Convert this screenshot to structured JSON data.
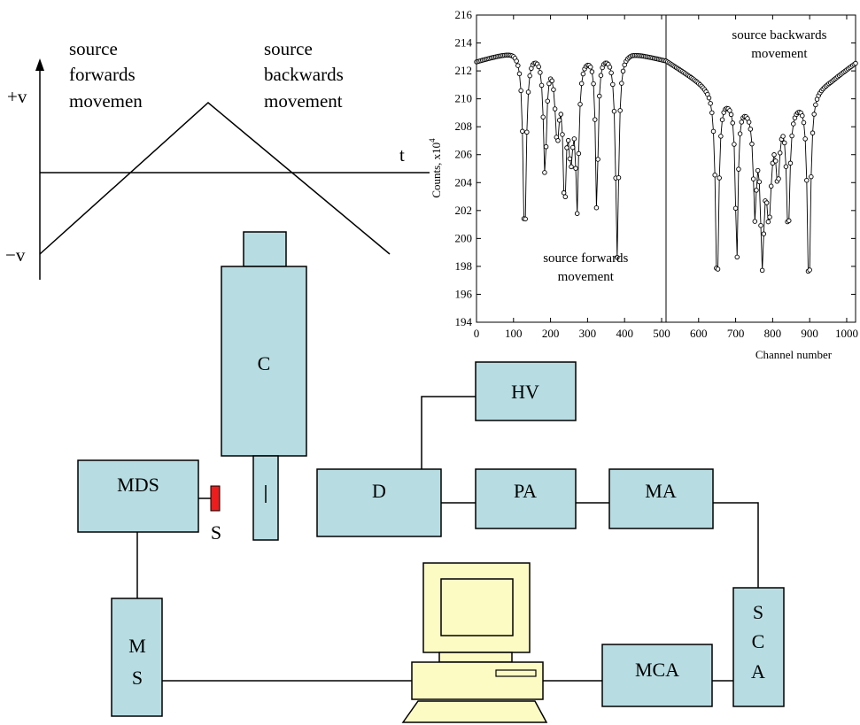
{
  "waveform": {
    "label_forward": [
      "source",
      "forwards",
      "movemen"
    ],
    "label_backward": [
      "source",
      "backwards",
      "movement"
    ],
    "plus_v": "+v",
    "minus_v": "−v",
    "t_label": "t"
  },
  "boxes": {
    "C": "C",
    "HV": "HV",
    "MDS": "MDS",
    "S": "S",
    "D": "D",
    "PA": "PA",
    "MA": "MA",
    "MS_1": "M",
    "MS_2": "S",
    "SCA_1": "S",
    "SCA_2": "C",
    "SCA_3": "A",
    "MCA": "MCA"
  },
  "colors": {
    "box_fill": "#b7dde3",
    "source_red": "#ee1c1c",
    "computer_fill": "#fdfbc4"
  },
  "chart_data": {
    "type": "scatter",
    "xlabel": "Channel number",
    "ylabel": "Counts, x10",
    "ylabel_superscript": "4",
    "xlim": [
      0,
      1024
    ],
    "ylim": [
      194,
      216
    ],
    "xticks": [
      0,
      100,
      200,
      300,
      400,
      500,
      600,
      700,
      800,
      900,
      1000
    ],
    "yticks": [
      194,
      196,
      198,
      200,
      202,
      204,
      206,
      208,
      210,
      212,
      214,
      216
    ],
    "divider_x": 512,
    "annotations": [
      {
        "lines": [
          "source forwards",
          "movement"
        ],
        "x": 295,
        "y": 198.3
      },
      {
        "lines": [
          "source backwards",
          "movement"
        ],
        "x": 818,
        "y": 214.3
      }
    ],
    "baseline_points": [
      [
        0,
        212.7
      ],
      [
        100,
        213.5
      ],
      [
        280,
        213.4
      ],
      [
        420,
        213.4
      ],
      [
        512,
        212.8
      ],
      [
        620,
        211.0
      ],
      [
        700,
        209.9
      ],
      [
        760,
        209.5
      ],
      [
        850,
        209.6
      ],
      [
        900,
        210.5
      ],
      [
        960,
        211.4
      ],
      [
        1024,
        212.6
      ]
    ],
    "dips": [
      {
        "x": 130,
        "depth": 13.8,
        "width": 5
      },
      {
        "x": 185,
        "depth": 8.5,
        "width": 5
      },
      {
        "x": 218,
        "depth": 5.5,
        "width": 7
      },
      {
        "x": 238,
        "depth": 9.4,
        "width": 5
      },
      {
        "x": 255,
        "depth": 6.5,
        "width": 8
      },
      {
        "x": 272,
        "depth": 10.0,
        "width": 5
      },
      {
        "x": 325,
        "depth": 11.5,
        "width": 4
      },
      {
        "x": 380,
        "depth": 14.6,
        "width": 5
      },
      {
        "x": 650,
        "depth": 14.6,
        "width": 5
      },
      {
        "x": 703,
        "depth": 11.5,
        "width": 4
      },
      {
        "x": 752,
        "depth": 7.0,
        "width": 5
      },
      {
        "x": 772,
        "depth": 10.0,
        "width": 6
      },
      {
        "x": 790,
        "depth": 7.0,
        "width": 8
      },
      {
        "x": 814,
        "depth": 4.5,
        "width": 6
      },
      {
        "x": 842,
        "depth": 9.0,
        "width": 5
      },
      {
        "x": 898,
        "depth": 14.6,
        "width": 5
      }
    ],
    "point_step": 4
  }
}
